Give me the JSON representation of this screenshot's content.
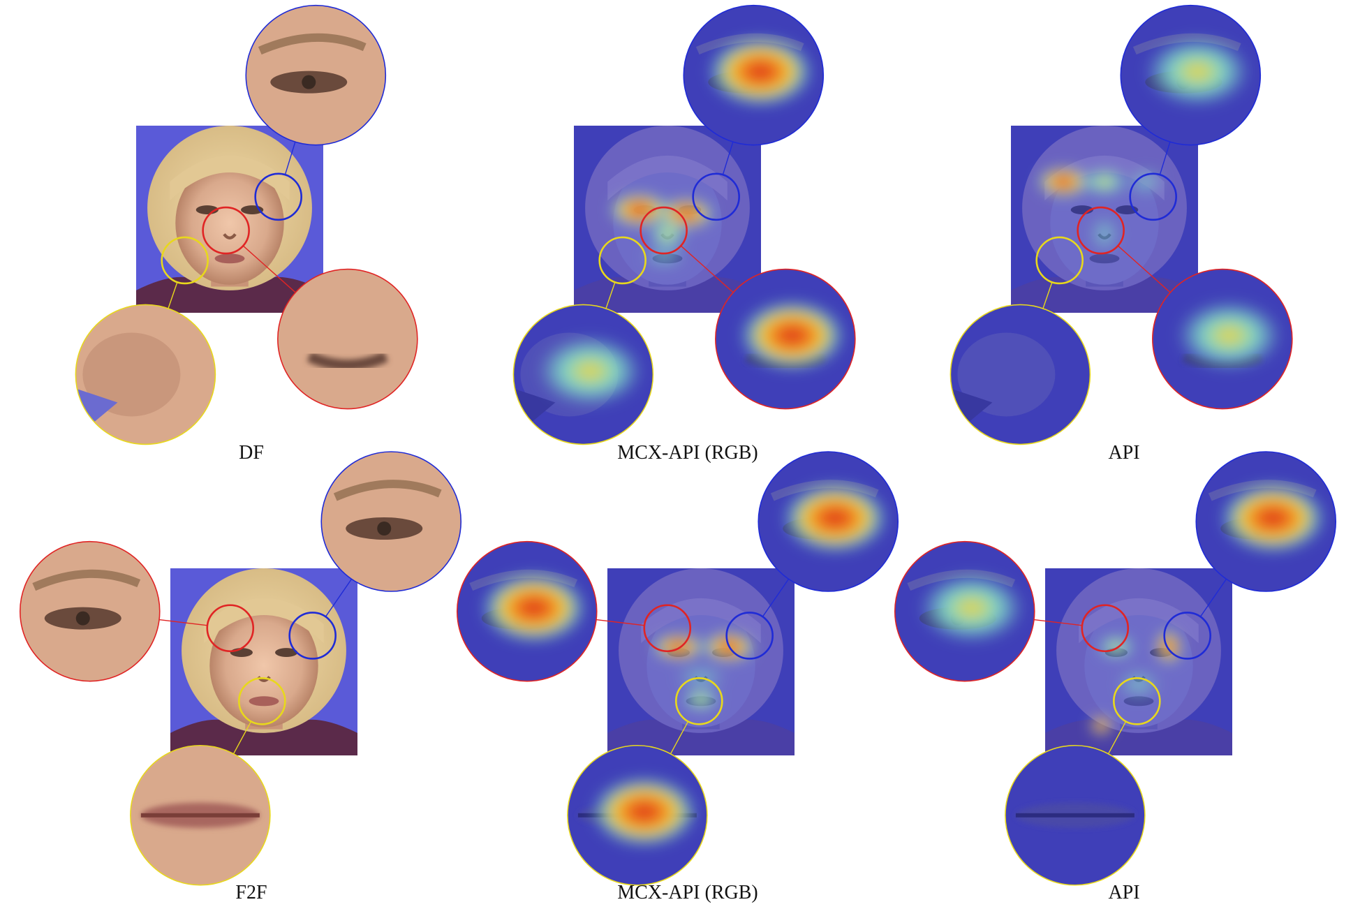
{
  "figure": {
    "rows": [
      {
        "id": "row-df",
        "panels": [
          {
            "id": "df-original",
            "caption": "DF",
            "view": "rgb"
          },
          {
            "id": "df-mcx-api",
            "caption": "MCX-API (RGB)",
            "view": "heatmap-strong"
          },
          {
            "id": "df-api",
            "caption": "API",
            "view": "heatmap-weak"
          }
        ]
      },
      {
        "id": "row-f2f",
        "panels": [
          {
            "id": "f2f-original",
            "caption": "F2F",
            "view": "rgb"
          },
          {
            "id": "f2f-mcx-api",
            "caption": "MCX-API (RGB)",
            "view": "heatmap-strong"
          },
          {
            "id": "f2f-api",
            "caption": "API",
            "view": "heatmap-weak"
          }
        ]
      }
    ],
    "region_colors": {
      "blue": "#1f2bd6",
      "red": "#e02424",
      "yellow": "#e8d81c"
    },
    "palette": {
      "background": "#5a5ad8",
      "skin": "#d9a98c",
      "hair": "#d8bc86",
      "heat_low": "#3f3fb8",
      "heat_mid": "#7fd6c8",
      "heat_high": "#f2d23a",
      "heat_peak": "#d8221c"
    }
  }
}
